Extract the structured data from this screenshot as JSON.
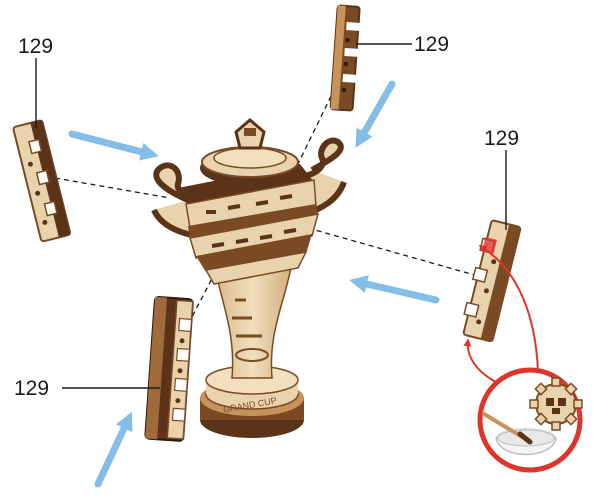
{
  "colors": {
    "wood_light": "#e9d3ad",
    "wood_edge": "#7a4a24",
    "wood_dark": "#5b3318",
    "arrow_blue": "#6fb2e4",
    "glue_red": "#e0332a",
    "guide_line": "#1a1a1a"
  },
  "callouts": {
    "top_left": "129",
    "top_right": "129",
    "right": "129",
    "bottom_left": "129"
  },
  "cup_engraving": "GRAND CUP"
}
